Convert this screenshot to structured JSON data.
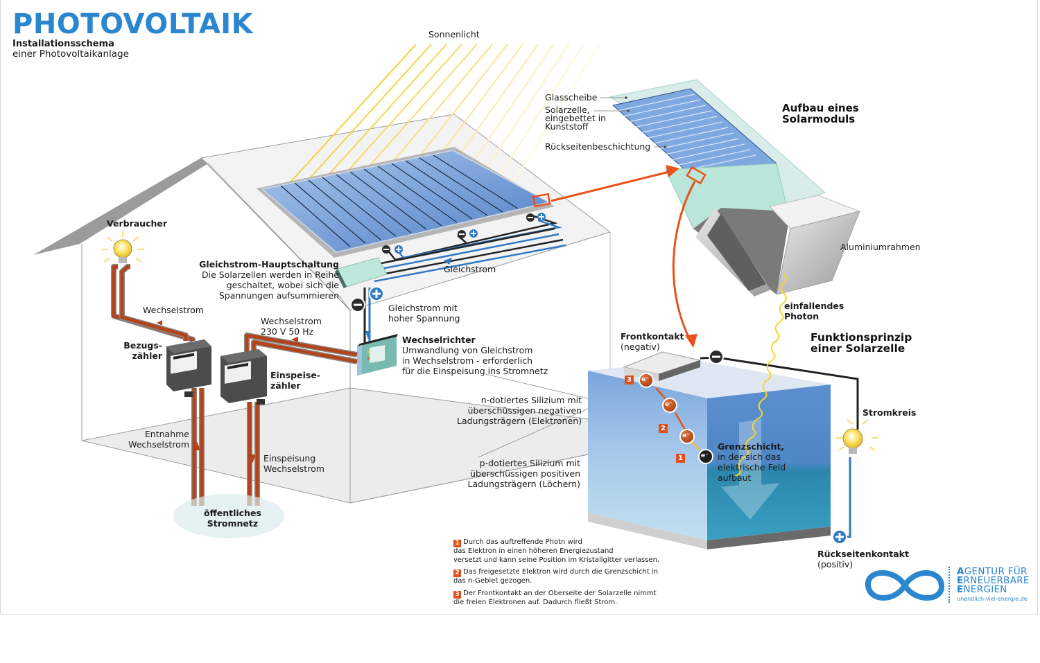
{
  "header": {
    "title": "PHOTOVOLTAIK",
    "subtitle_bold": "Installationsschema",
    "subtitle": "einer Photovoltaikanlage"
  },
  "colors": {
    "brand_blue": "#2a86cf",
    "wire_red": "#b3441a",
    "arrow_orange": "#e8521c",
    "sunlight_yellow": "#f6d44a",
    "panel_blue": "#6b98d6",
    "module_green": "#bfe8dc",
    "cell_blue": "#8fb7e3"
  },
  "labels": {
    "sunlight": "Sonnenlicht",
    "consumer": "Verbraucher",
    "dc_main_title": "Gleichstrom-Hauptschaltung",
    "dc_main_desc": [
      "Die Solarzellen werden in Reihe",
      "geschaltet, wobei sich die",
      "Spannungen aufsummieren"
    ],
    "dc": "Gleichstrom",
    "dc_high": [
      "Gleichstrom mit",
      "hoher Spannung"
    ],
    "ac_1": "Wechselstrom",
    "ac_2": [
      "Wechselstrom",
      "230 V 50 Hz"
    ],
    "inverter_title": "Wechselrichter",
    "inverter_desc": [
      "Umwandlung von Gleichstrom",
      "in Wechselstrom - erforderlich",
      "für die Einspeisung ins Stromnetz"
    ],
    "meter_purchase": [
      "Bezugs-",
      "zähler"
    ],
    "meter_feed": [
      "Einspeise-",
      "zähler"
    ],
    "withdrawal": [
      "Entnahme",
      "Wechselstrom"
    ],
    "feed_in": [
      "Einspeisung",
      "Wechselstrom"
    ],
    "grid": [
      "öffentliches",
      "Stromnetz"
    ]
  },
  "module": {
    "heading": [
      "Aufbau eines",
      "Solarmoduls"
    ],
    "glass": "Glasscheibe",
    "cell": [
      "Solarzelle,",
      "eingebettet in",
      "Kunststoff"
    ],
    "backsheet": "Rückseitenbeschichtung",
    "frame": "Aluminiumrahmen"
  },
  "cell": {
    "heading": [
      "Funktionsprinzip",
      "einer Solarzelle"
    ],
    "photon": [
      "einfallendes",
      "Photon"
    ],
    "front_contact": "Frontkontakt",
    "front_contact_sign": "(negativ)",
    "n_layer": [
      "n-dotiertes Silizium mit",
      "überschüssigen negativen",
      "Ladungsträgern (Elektronen)"
    ],
    "p_layer": [
      "p-dotiertes Silizium mit",
      "überschüssigen positiven",
      "Ladungsträgern (Löchern)"
    ],
    "junction_title": "Grenzschicht,",
    "junction_desc": [
      "in der sich das",
      "elektrische Feld",
      "aufbaut"
    ],
    "circuit": "Stromkreis",
    "back_contact": "Rückseitenkontakt",
    "back_contact_sign": "(positiv)",
    "electron_symbol": "e⁻",
    "steps": [
      {
        "n": "1",
        "lines": [
          "Durch das auftreffende Photn wird",
          "das Elektron in einen höheren Energiezustand",
          "versetzt und kann seine Position im Kristallgitter verlassen."
        ]
      },
      {
        "n": "2",
        "lines": [
          "Das freigesetzte Elektron wird durch die Grenzschicht in",
          "das n-Gebiet gezogen."
        ]
      },
      {
        "n": "3",
        "lines": [
          "Der Frontkontakt an der Oberseite der Solarzelle nimmt",
          "die freien Elektronen auf. Dadurch fließt Strom."
        ]
      }
    ]
  },
  "logo": {
    "line1_cap": "A",
    "line1": "GENTUR FÜR",
    "line2_cap": "E",
    "line2": "RNEUERBARE",
    "line3_cap": "E",
    "line3": "NERGIEN",
    "url": "unendlich-viel-energie.de"
  },
  "signs": {
    "minus": "−",
    "plus": "+"
  }
}
